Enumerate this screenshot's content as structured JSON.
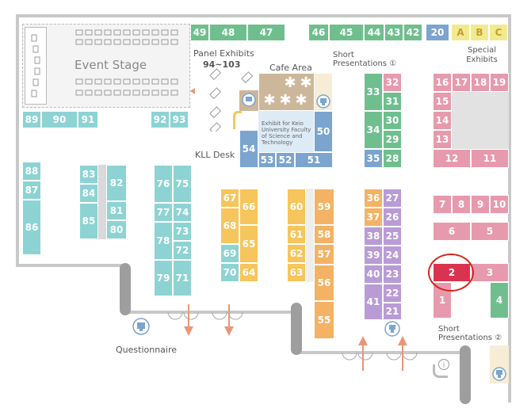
{
  "labels": {
    "event_stage": "Event Stage",
    "panel_exhibits": "Panel Exhibits",
    "panel_range": "94~103",
    "cafe_area": "Cafe Area",
    "short_presentations_1": "Short Presentations ①",
    "short_presentations_2": "Short Presentations ②",
    "special_exhibits": "Special Exhibits",
    "kll_desk": "KLL Desk",
    "keio_exhibit": "Exhibit for Keio University Faculty of Science and Technology",
    "questionnaire": "Questionnaire"
  },
  "booths": {
    "b49": "49",
    "b48": "48",
    "b47": "47",
    "b46": "46",
    "b45": "45",
    "b44": "44",
    "b43": "43",
    "b42": "42",
    "b20": "20",
    "bA": "A",
    "bB": "B",
    "bC": "C",
    "b89": "89",
    "b90": "90",
    "b91": "91",
    "b92": "92",
    "b93": "93",
    "b88": "88",
    "b87": "87",
    "b86": "86",
    "b83": "83",
    "b84": "84",
    "b85": "85",
    "b82": "82",
    "b81": "81",
    "b80": "80",
    "b76": "76",
    "b75": "75",
    "b77": "77",
    "b74": "74",
    "b78": "78",
    "b73": "73",
    "b72": "72",
    "b79": "79",
    "b71": "71",
    "b67": "67",
    "b66": "66",
    "b68": "68",
    "b65": "65",
    "b69": "69",
    "b70": "70",
    "b64": "64",
    "b60": "60",
    "b59": "59",
    "b61": "61",
    "b58": "58",
    "b62": "62",
    "b57": "57",
    "b63": "63",
    "b56": "56",
    "b55": "55",
    "b54": "54",
    "b53": "53",
    "b52": "52",
    "b51": "51",
    "b50": "50",
    "b33": "33",
    "b32": "32",
    "b31": "31",
    "b34": "34",
    "b30": "30",
    "b29": "29",
    "b35": "35",
    "b28": "28",
    "b36": "36",
    "b27": "27",
    "b37": "37",
    "b26": "26",
    "b38": "38",
    "b25": "25",
    "b39": "39",
    "b24": "24",
    "b40": "40",
    "b23": "23",
    "b41": "41",
    "b22": "22",
    "b21": "21",
    "b16": "16",
    "b17": "17",
    "b18": "18",
    "b19": "19",
    "b15": "15",
    "b14": "14",
    "b13": "13",
    "b12": "12",
    "b11": "11",
    "b7": "7",
    "b8": "8",
    "b9": "9",
    "b10": "10",
    "b6": "6",
    "b5": "5",
    "b2": "2",
    "b3": "3",
    "b1": "1",
    "b4": "4"
  },
  "highlight": {
    "booth": "2",
    "color": "#d8344f"
  },
  "colors": {
    "green": "#6fbf8e",
    "teal": "#8ed3d3",
    "yellow": "#f6c55c",
    "orange": "#f4b265",
    "violet": "#b99bd6",
    "pink": "#e79aad",
    "highlight": "#d8344f",
    "blue": "#7ba4cf",
    "special": "#f2ea8f",
    "cafe": "#cdb79a",
    "entrance_arrow": "#e8967a"
  },
  "icons": [
    "presentation-screen-icon",
    "info-icon",
    "star-seat-icon",
    "entrance-arrow-icon",
    "panel-icon"
  ]
}
